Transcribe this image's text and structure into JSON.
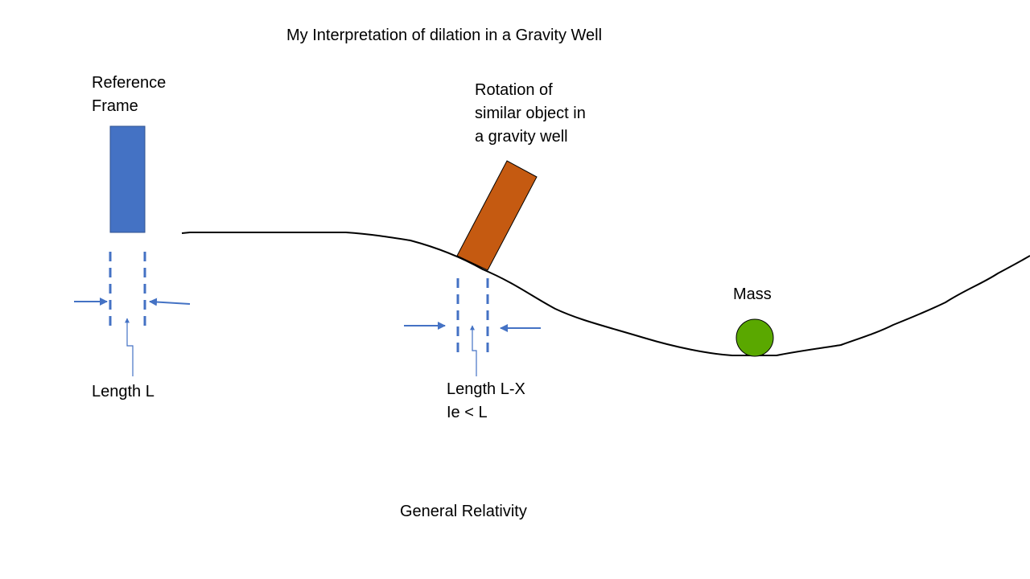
{
  "title": "My Interpretation of dilation in a Gravity Well",
  "labels": {
    "reference_frame_line1": "Reference",
    "reference_frame_line2": "Frame",
    "rotation_line1": "Rotation of",
    "rotation_line2": "similar object in",
    "rotation_line3": "a gravity well",
    "mass": "Mass",
    "length_l": "Length L",
    "length_lx_line1": "Length L-X",
    "length_lx_line2": "Ie  < L",
    "footer": "General Relativity"
  },
  "colors": {
    "reference_rect": "#4472C4",
    "rotated_rect": "#C55A11",
    "mass_ball": "#5AA800",
    "arrows_dashes": "#4472C4",
    "curve": "#000000"
  }
}
